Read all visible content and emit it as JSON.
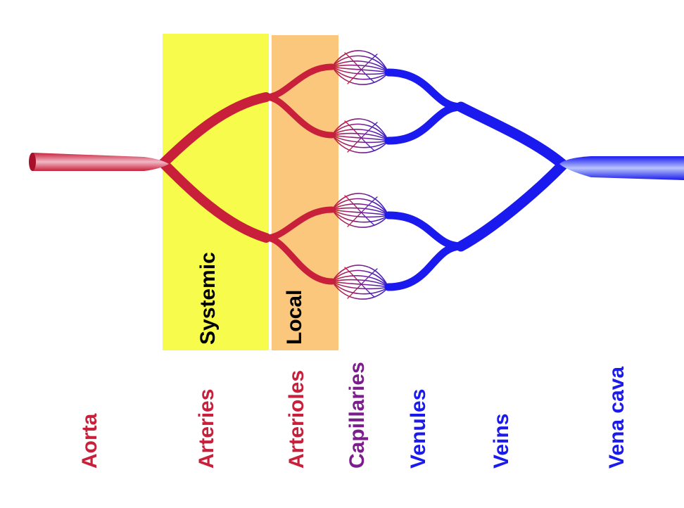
{
  "colors": {
    "arterial": "#c8203a",
    "capillary": "#7a1e8c",
    "venous": "#1a1aee",
    "systemic_zone": "#f7fb4b",
    "local_zone": "#fbc77d",
    "zone_label": "#000000"
  },
  "zones": {
    "systemic": "Systemic",
    "local": "Local"
  },
  "vessels": [
    {
      "key": "aorta",
      "label": "Aorta",
      "color": "#c8203a"
    },
    {
      "key": "arteries",
      "label": "Arteries",
      "color": "#c8203a"
    },
    {
      "key": "arterioles",
      "label": "Arterioles",
      "color": "#c8203a"
    },
    {
      "key": "capillaries",
      "label": "Capillaries",
      "color": "#7a1e8c"
    },
    {
      "key": "venules",
      "label": "Venules",
      "color": "#1a1aee"
    },
    {
      "key": "veins",
      "label": "Veins",
      "color": "#1a1aee"
    },
    {
      "key": "vena_cava",
      "label": "Vena cava",
      "color": "#1a1aee"
    }
  ]
}
